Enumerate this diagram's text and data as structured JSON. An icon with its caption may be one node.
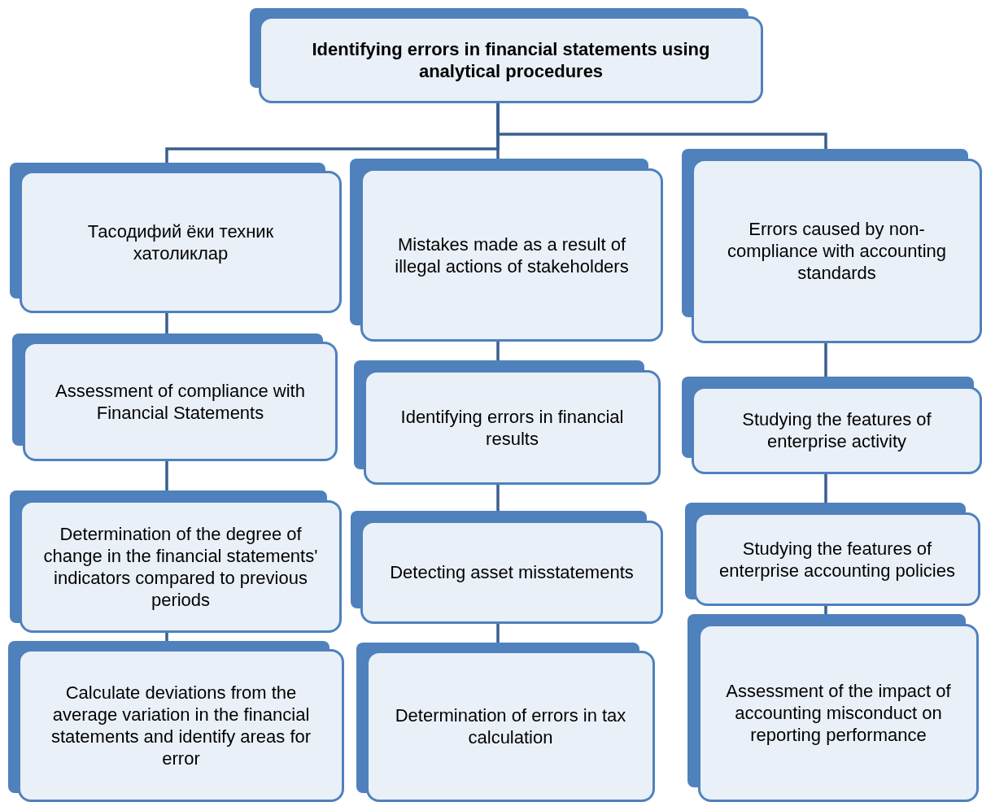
{
  "diagram": {
    "nodes": [
      {
        "text": [
          "Identifying errors in financial statements using analytical procedures"
        ]
      },
      {
        "text": [
          "Тасодифий ёки техник хатоликлар"
        ]
      },
      {
        "text": [
          "Mistakes made as a result of illegal actions of stakeholders"
        ]
      },
      {
        "text": [
          "Errors caused by non-compliance with accounting standards"
        ]
      },
      {
        "text": [
          "Assessment of compliance with Financial Statements"
        ]
      },
      {
        "text": [
          "Identifying errors in financial results"
        ]
      },
      {
        "text": [
          "Studying the features of enterprise activity"
        ]
      },
      {
        "text": [
          "Determination of the degree of change in the financial statements' indicators compared to previous periods"
        ]
      },
      {
        "text": [
          "Detecting asset misstatements"
        ]
      },
      {
        "text": [
          "Studying the features of enterprise accounting policies"
        ]
      },
      {
        "text": [
          "Calculate deviations from the average variation in the financial statements and identify areas for error"
        ]
      },
      {
        "text": [
          "Determination of errors in tax calculation"
        ]
      },
      {
        "text": [
          "Assessment of the impact of accounting misconduct on reporting performance"
        ]
      }
    ],
    "edges": [
      {
        "from": 0,
        "to": 1,
        "arrow": "none"
      },
      {
        "from": 0,
        "to": 2,
        "arrow": "none"
      },
      {
        "from": 0,
        "to": 3,
        "arrow": "none"
      },
      {
        "from": 1,
        "to": 4,
        "arrow": "none"
      },
      {
        "from": 4,
        "to": 7,
        "arrow": "none"
      },
      {
        "from": 7,
        "to": 10,
        "arrow": "none"
      },
      {
        "from": 2,
        "to": 5,
        "arrow": "none"
      },
      {
        "from": 5,
        "to": 8,
        "arrow": "none"
      },
      {
        "from": 8,
        "to": 11,
        "arrow": "none"
      },
      {
        "from": 3,
        "to": 6,
        "arrow": "none"
      },
      {
        "from": 6,
        "to": 9,
        "arrow": "none"
      },
      {
        "from": 9,
        "to": 12,
        "arrow": "none"
      }
    ]
  }
}
